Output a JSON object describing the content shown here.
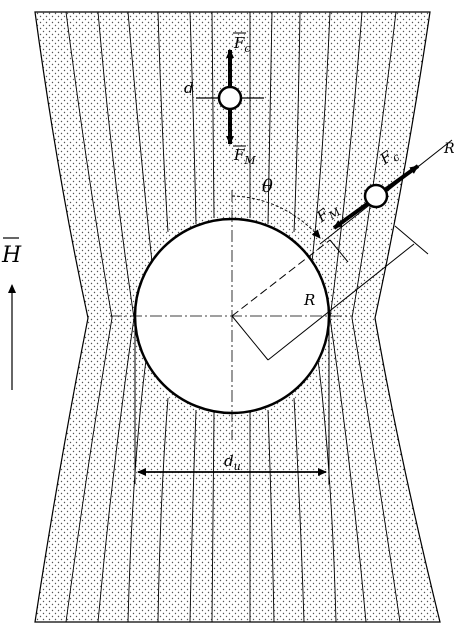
{
  "diagram": {
    "labels": {
      "field": "H",
      "force_top": "F",
      "force_top_sub": "c",
      "force_bottom": "F",
      "force_bottom_sub": "M",
      "diameter_small": "d",
      "angle": "θ",
      "force_right_c": "F",
      "force_right_c_sub": "c",
      "force_right_m": "F",
      "force_right_m_sub": "M",
      "radius_axis": "R",
      "radius_circle": "R",
      "diameter_large": "d",
      "diameter_large_sub": "u"
    },
    "colors": {
      "stroke": "#000000",
      "background": "#ffffff",
      "stipple": "#555555"
    }
  }
}
